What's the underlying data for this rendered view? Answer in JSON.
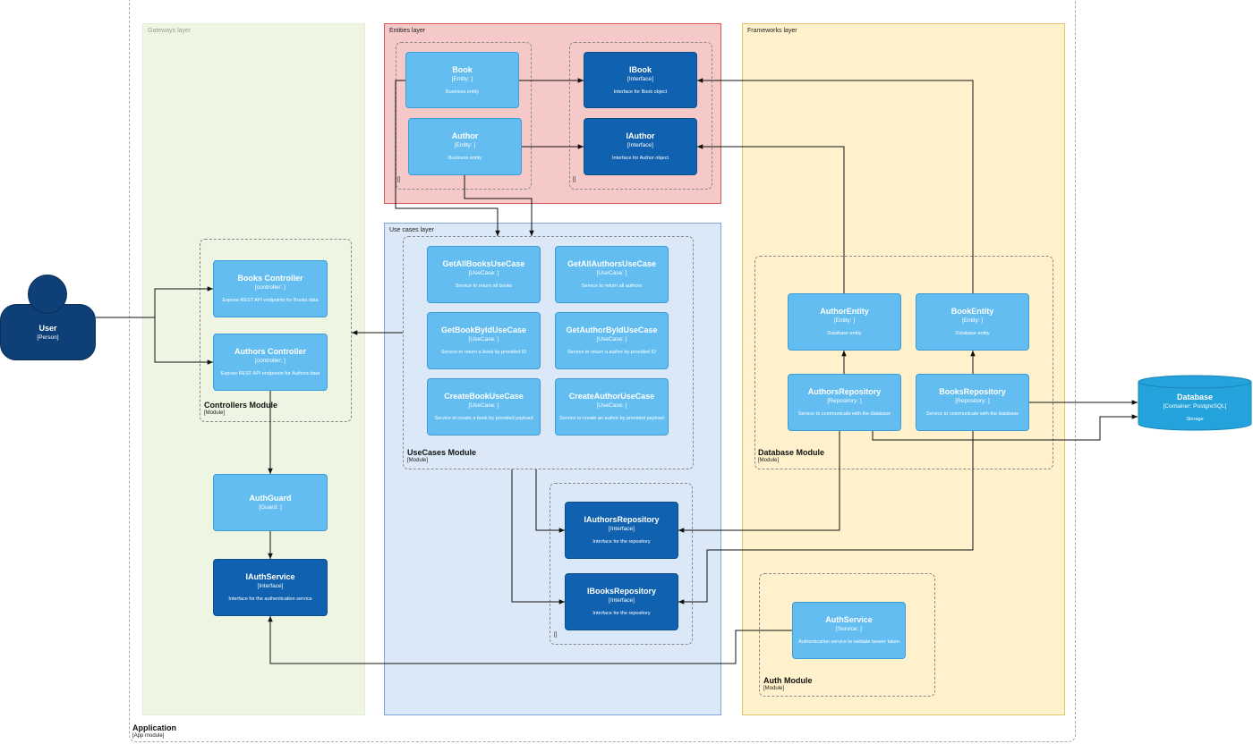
{
  "application": {
    "name": "Application",
    "tech": "[App module]"
  },
  "layers": {
    "gateways": "Gateways layer",
    "entities": "Entities layer",
    "usecases": "Use cases layer",
    "frameworks": "Frameworks layer"
  },
  "modules": {
    "controllers": {
      "name": "Controllers Module",
      "tech": "[Module]"
    },
    "usecases": {
      "name": "UseCases Module",
      "tech": "[Module]"
    },
    "database": {
      "name": "Database Module",
      "tech": "[Module]"
    },
    "auth": {
      "name": "Auth Module",
      "tech": "[Module]"
    }
  },
  "group_bracket": "[]",
  "user": {
    "title": "User",
    "tech": "[Person]"
  },
  "database": {
    "title": "Database",
    "tech": "[Container: PostgreSQL]",
    "desc": "Storage"
  },
  "colors": {
    "component": "#63bdf0",
    "interface": "#1061b0",
    "person": "#0e3f76",
    "database": "#23a2dc"
  },
  "nodes": {
    "book": {
      "title": "Book",
      "tech": "[Entity: ]",
      "desc": "Business entity"
    },
    "author": {
      "title": "Author",
      "tech": "[Entity: ]",
      "desc": "Business entity"
    },
    "ibook": {
      "title": "IBook",
      "tech": "[Interface]",
      "desc": "Interface for Book object"
    },
    "iauthor": {
      "title": "IAuthor",
      "tech": "[Interface]",
      "desc": "Interface for Author object"
    },
    "books_controller": {
      "title": "Books Controller",
      "tech": "[controller: ]",
      "desc": "Expose REST API endpoints for Books data"
    },
    "authors_controller": {
      "title": "Authors Controller",
      "tech": "[controller: ]",
      "desc": "Expose REST API endpoints for Authors data"
    },
    "auth_guard": {
      "title": "AuthGuard",
      "tech": "[Guard: ]",
      "desc": ""
    },
    "iauth_service": {
      "title": "IAuthService",
      "tech": "[Interface]",
      "desc": "Interface for the authentication service"
    },
    "get_all_books": {
      "title": "GetAllBooksUseCase",
      "tech": "[UseCase: ]",
      "desc": "Service to return all books"
    },
    "get_all_authors": {
      "title": "GetAllAuthorsUseCase",
      "tech": "[UseCase: ]",
      "desc": "Service to return all authors"
    },
    "get_book_by_id": {
      "title": "GetBookByIdUseCase",
      "tech": "[UseCase: ]",
      "desc": "Service to return a book by provided ID"
    },
    "get_author_by_id": {
      "title": "GetAuthorByIdUseCase",
      "tech": "[UseCase: ]",
      "desc": "Service to return a author by provided ID"
    },
    "create_book": {
      "title": "CreateBookUseCase",
      "tech": "[UseCase: ]",
      "desc": "Service to create a book by provided payload"
    },
    "create_author": {
      "title": "CreateAuthorUseCase",
      "tech": "[UseCase: ]",
      "desc": "Service to create an author by provided payload"
    },
    "iauthors_repository": {
      "title": "IAuthorsRepository",
      "tech": "[Interface]",
      "desc": "Interface for the repository"
    },
    "ibooks_repository": {
      "title": "IBooksRepository",
      "tech": "[Interface]",
      "desc": "Interface for the repository"
    },
    "author_entity": {
      "title": "AuthorEntity",
      "tech": "[Entity: ]",
      "desc": "Database entity"
    },
    "book_entity": {
      "title": "BookEntity",
      "tech": "[Entity: ]",
      "desc": "Database entity"
    },
    "authors_repository": {
      "title": "AuthorsRepository",
      "tech": "[Repository: ]",
      "desc": "Service to communicate with the database"
    },
    "books_repository": {
      "title": "BooksRepository",
      "tech": "[Repository: ]",
      "desc": "Service to communicate with the database"
    },
    "auth_service": {
      "title": "AuthService",
      "tech": "[Service: ]",
      "desc": "Authentication service to validate bearer token"
    }
  }
}
